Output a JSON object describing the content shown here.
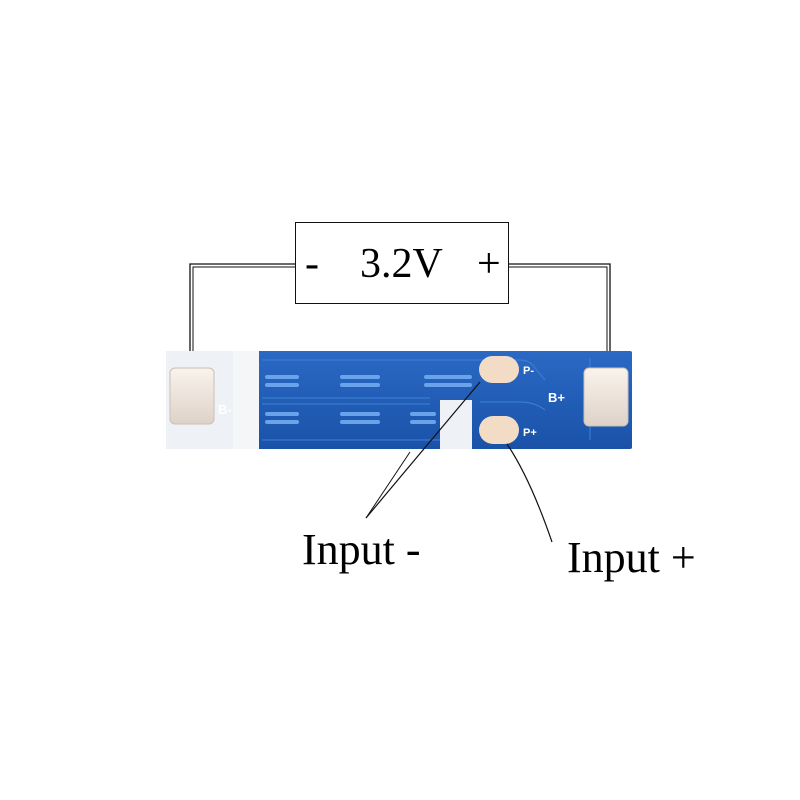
{
  "diagram": {
    "voltage_box": {
      "minus_sign": "-",
      "voltage": "3.2V",
      "plus_sign": "+"
    },
    "board": {
      "pcb_color": "#1e5cb7",
      "pad_color": "#f2dcc6",
      "silkscreen": {
        "b_minus": "B-",
        "b_plus": "B+",
        "p_minus": "P-",
        "p_plus": "P+"
      }
    },
    "callouts": {
      "input_minus": "Input -",
      "input_plus": "Input +"
    }
  }
}
